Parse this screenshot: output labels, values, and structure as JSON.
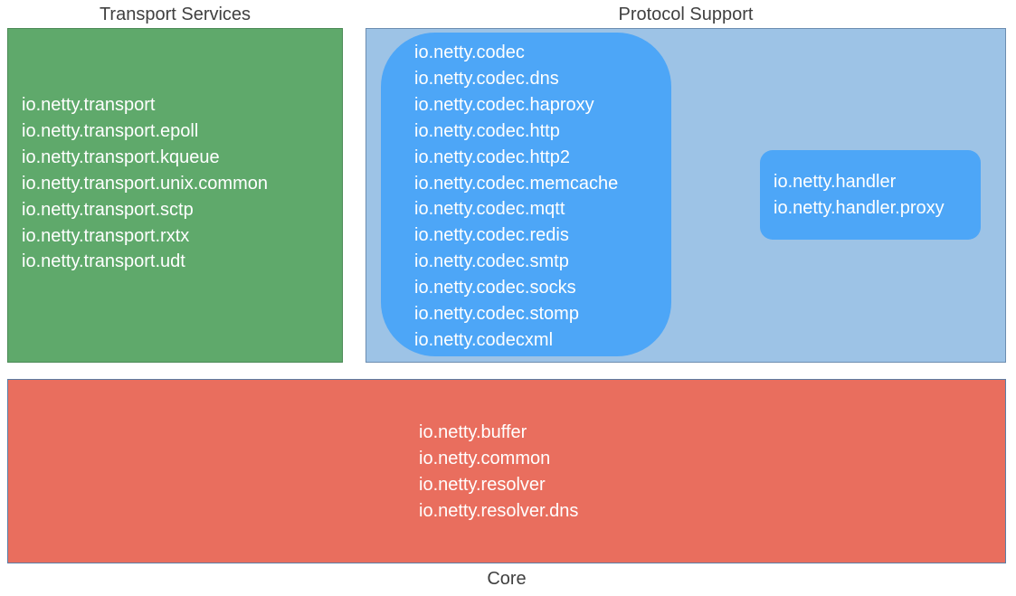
{
  "transport": {
    "title": "Transport Services",
    "color": "#5fa96b",
    "packages": [
      "io.netty.transport",
      "io.netty.transport.epoll",
      "io.netty.transport.kqueue",
      "io.netty.transport.unix.common",
      "io.netty.transport.sctp",
      "io.netty.transport.rxtx",
      "io.netty.transport.udt"
    ]
  },
  "protocol": {
    "title": "Protocol Support",
    "color": "#9dc3e6",
    "codec_packages": [
      "io.netty.codec",
      "io.netty.codec.dns",
      "io.netty.codec.haproxy",
      "io.netty.codec.http",
      "io.netty.codec.http2",
      "io.netty.codec.memcache",
      "io.netty.codec.mqtt",
      "io.netty.codec.redis",
      "io.netty.codec.smtp",
      "io.netty.codec.socks",
      "io.netty.codec.stomp",
      "io.netty.codecxml"
    ],
    "handler_packages": [
      "io.netty.handler",
      "io.netty.handler.proxy"
    ],
    "inner_color": "#4da6f7"
  },
  "core": {
    "title": "Core",
    "color": "#e96e5e",
    "packages": [
      "io.netty.buffer",
      "io.netty.common",
      "io.netty.resolver",
      "io.netty.resolver.dns"
    ]
  }
}
